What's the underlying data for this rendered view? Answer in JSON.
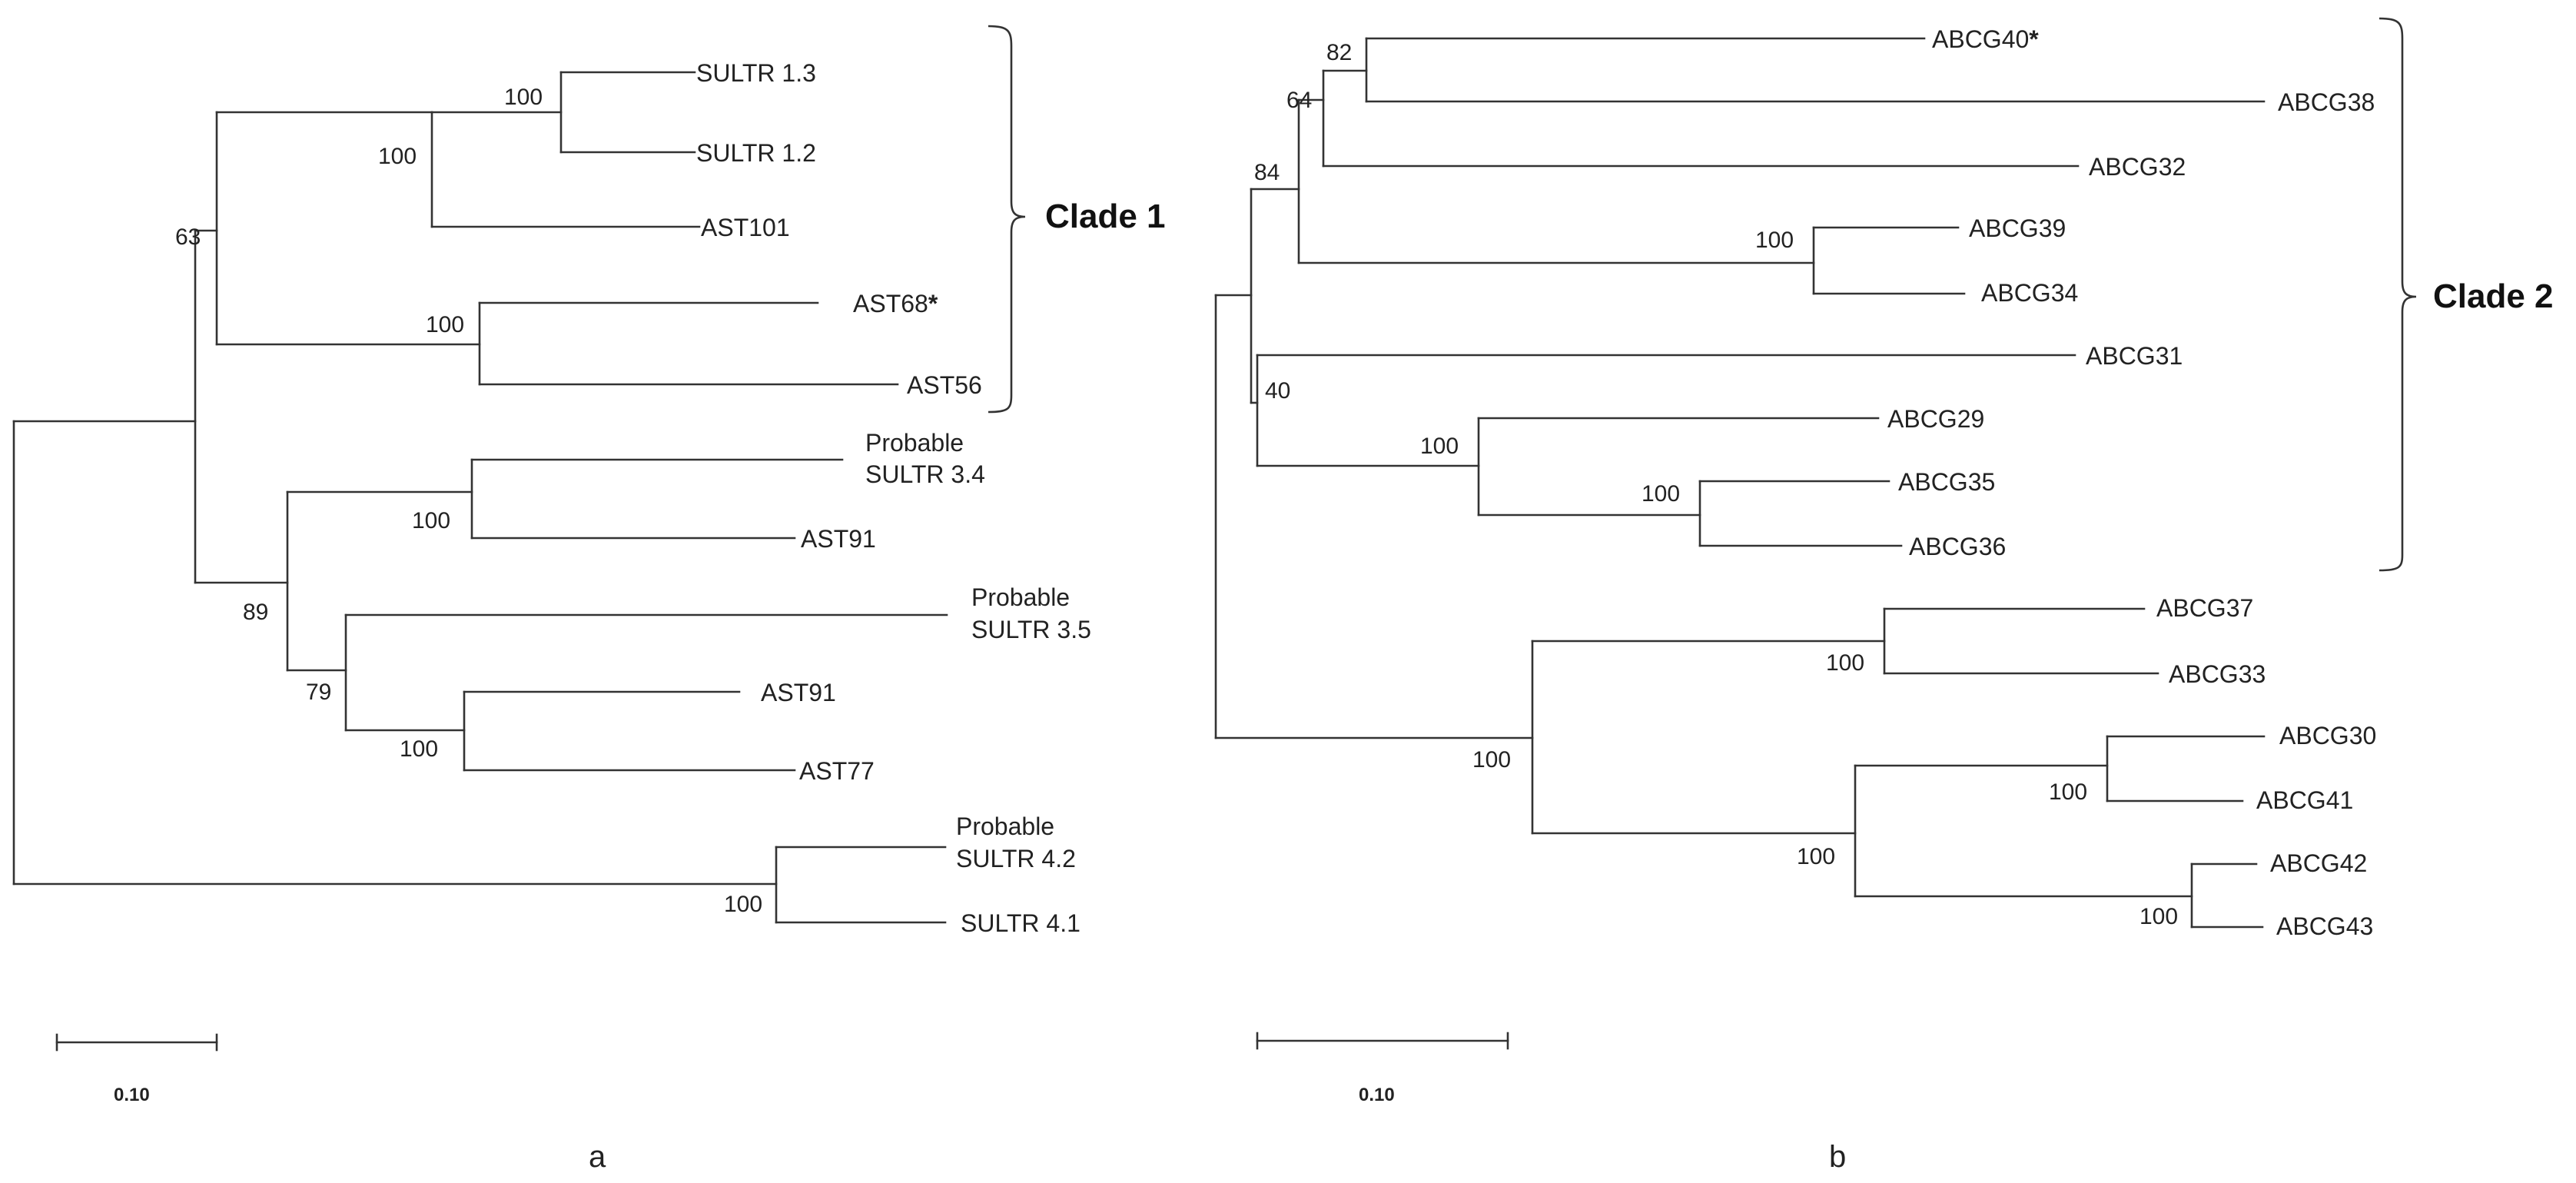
{
  "panel_a": {
    "letter": "a",
    "scale_label": "0.10",
    "clade_label": "Clade 1",
    "leaves": {
      "sultr13": "SULTR 1.3",
      "sultr12": "SULTR 1.2",
      "ast101": "AST101",
      "ast68": "AST68",
      "ast68_mark": "*",
      "ast56": "AST56",
      "p34_line1": "Probable",
      "p34_line2": "SULTR 3.4",
      "ast91a": "AST91",
      "p35_line1": "Probable",
      "p35_line2": "SULTR 3.5",
      "ast91b": "AST91",
      "ast77": "AST77",
      "p42_line1": "Probable",
      "p42_line2": "SULTR 4.2",
      "sultr41": "SULTR 4.1"
    },
    "bootstrap": {
      "n1": "100",
      "n2": "100",
      "n3": "63",
      "n4": "100",
      "n5": "100",
      "n6": "89",
      "n7": "79",
      "n8": "100",
      "n9": "100"
    }
  },
  "panel_b": {
    "letter": "b",
    "scale_label": "0.10",
    "clade_label": "Clade 2",
    "leaves": {
      "abcg40": "ABCG40",
      "abcg40_mark": "*",
      "abcg38": "ABCG38",
      "abcg32": "ABCG32",
      "abcg39": "ABCG39",
      "abcg34": "ABCG34",
      "abcg31": "ABCG31",
      "abcg29": "ABCG29",
      "abcg35": "ABCG35",
      "abcg36": "ABCG36",
      "abcg37": "ABCG37",
      "abcg33": "ABCG33",
      "abcg30": "ABCG30",
      "abcg41": "ABCG41",
      "abcg42": "ABCG42",
      "abcg43": "ABCG43"
    },
    "bootstrap": {
      "n1": "82",
      "n2": "64",
      "n3": "84",
      "n4": "100",
      "n5": "40",
      "n6": "100",
      "n7": "100",
      "n8": "100",
      "n9": "100",
      "n10": "100",
      "n11": "100",
      "n12": "100"
    }
  }
}
